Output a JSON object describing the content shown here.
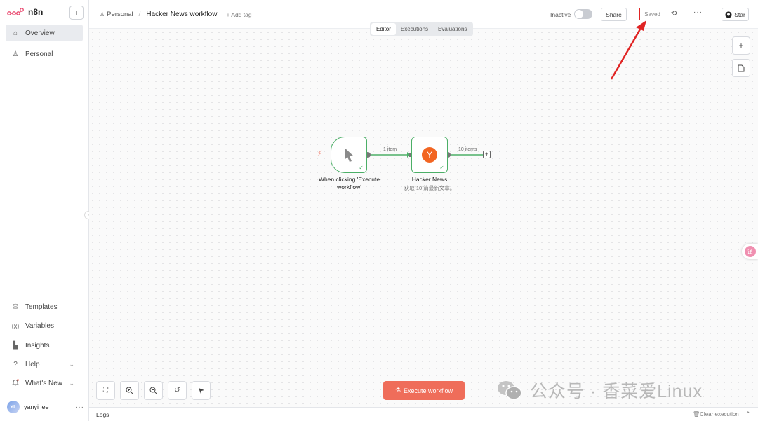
{
  "sidebar": {
    "brand": "n8n",
    "add_label": "+",
    "items_top": [
      {
        "label": "Overview",
        "icon": "home-icon",
        "glyph": "⌂"
      },
      {
        "label": "Personal",
        "icon": "user-icon",
        "glyph": "♙"
      }
    ],
    "items_bottom": [
      {
        "label": "Templates",
        "icon": "templates-icon",
        "glyph": "⛁"
      },
      {
        "label": "Variables",
        "icon": "variables-icon",
        "glyph": "⒳"
      },
      {
        "label": "Insights",
        "icon": "insights-icon",
        "glyph": "▙"
      },
      {
        "label": "Help",
        "icon": "help-icon",
        "glyph": "?"
      },
      {
        "label": "What's New",
        "icon": "bell-icon",
        "glyph": "🔔"
      }
    ],
    "user": {
      "initials": "YL",
      "name": "yanyi lee",
      "more": "···"
    }
  },
  "header": {
    "project": "Personal",
    "workflow_name": "Hacker News workflow",
    "add_tag": "+ Add tag",
    "inactive_label": "Inactive",
    "share_label": "Share",
    "saved_label": "Saved",
    "more": "···",
    "star_label": "Star"
  },
  "tabs": [
    "Editor",
    "Executions",
    "Evaluations"
  ],
  "canvas": {
    "nodes": {
      "trigger": {
        "label": "When clicking 'Execute workflow'"
      },
      "hacker_news": {
        "label": "Hacker News",
        "subtitle": "获取 10 篇最新文章。"
      }
    },
    "edges": {
      "first": "1 item",
      "second": "10 items"
    },
    "execute_label": "Execute workflow"
  },
  "logs": {
    "label": "Logs",
    "clear": "Clear execution"
  },
  "watermark": {
    "text": "公众号 · 香菜爱Linux"
  },
  "colors": {
    "accent": "#ef6d5a",
    "node_border": "#4caf67",
    "annotation": "#e02424"
  }
}
